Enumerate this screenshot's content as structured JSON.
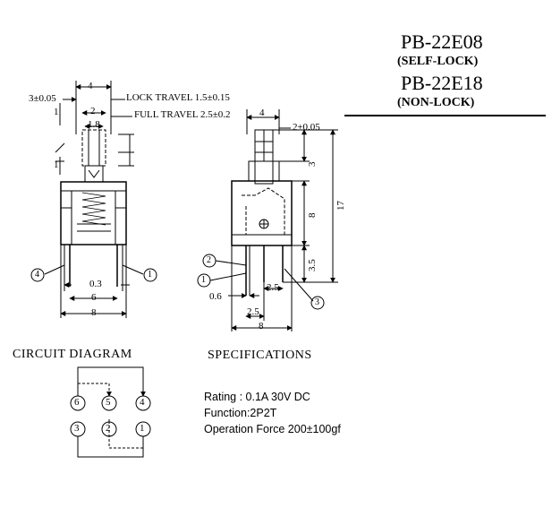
{
  "header": {
    "model_a": "PB-22E08",
    "mode_a": "(SELF-LOCK)",
    "model_b": "PB-22E18",
    "mode_b": "(NON-LOCK)"
  },
  "front_view": {
    "dim_top_width": "4",
    "dim_left_offset": "3±0.05",
    "dim_cap_width": "2",
    "dim_cap_inner": "1.8",
    "dim_side_1": "1",
    "dim_side_1b": "1",
    "lock_travel": "LOCK TRAVEL 1.5±0.15",
    "full_travel": "FULL TRAVEL 2.5±0.2",
    "dim_pin": "0.3",
    "dim_pin_span": "6",
    "dim_body_width": "8",
    "pin_left": "4",
    "pin_right": "1"
  },
  "side_view": {
    "dim_top_width": "4",
    "dim_right_offset": "2±0.05",
    "dim_stem": "3",
    "dim_body": "8",
    "dim_total": "17",
    "dim_pin_len": "3.5",
    "dim_pitch_top": "2.5",
    "dim_pitch_bottom": "2.5",
    "dim_pin_thick": "0.6",
    "dim_body_width": "8",
    "pin_a": "2",
    "pin_b": "1",
    "pin_c": "3"
  },
  "circuit": {
    "title": "CIRCUIT DIAGRAM",
    "top_pins": [
      "6",
      "5",
      "4"
    ],
    "bottom_pins": [
      "3",
      "2",
      "1"
    ]
  },
  "specifications": {
    "title": "SPECIFICATIONS",
    "rating": "Rating : 0.1A  30V DC",
    "function": "Function:2P2T",
    "force": "Operation Force 200±100gf"
  }
}
